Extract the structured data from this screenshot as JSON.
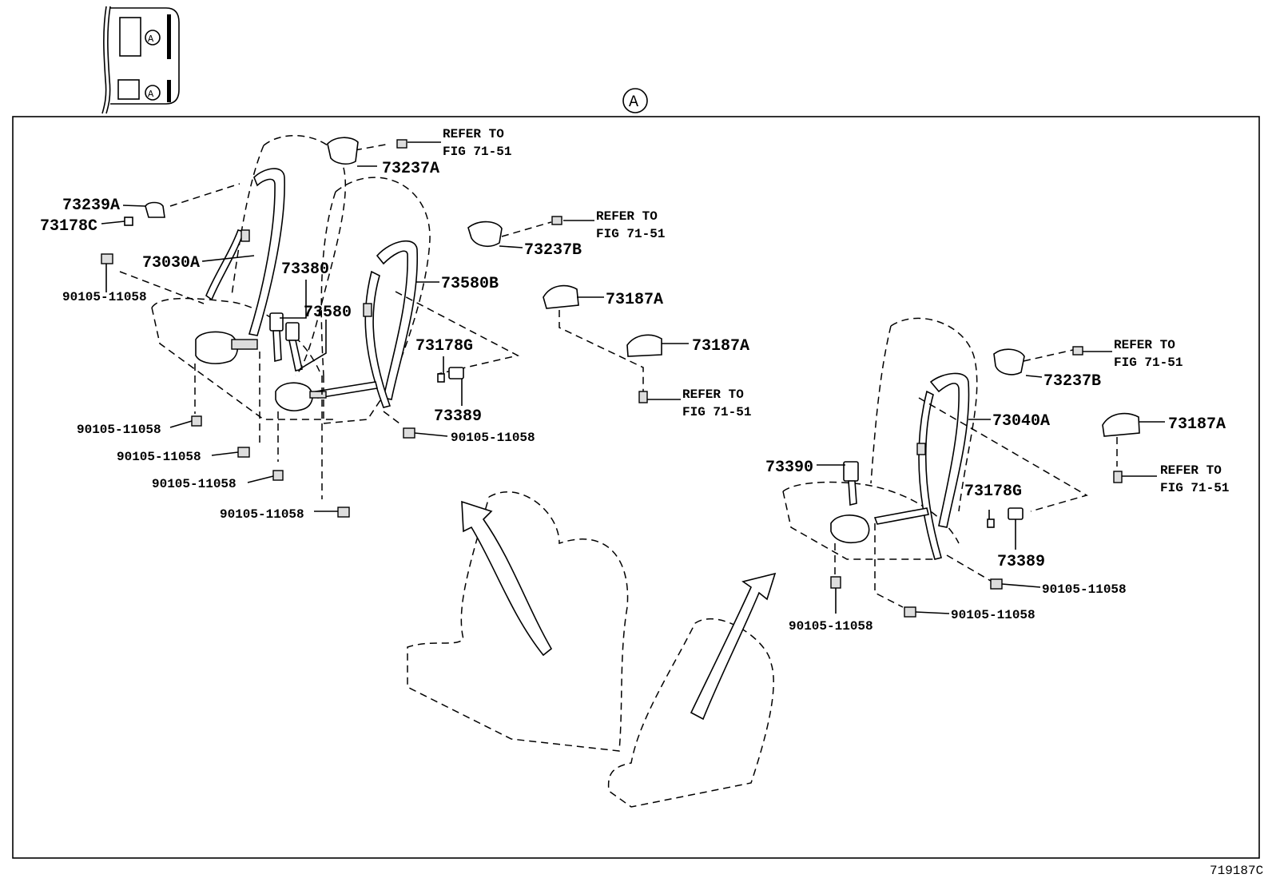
{
  "figure_id": "719187C",
  "view_marker": "A",
  "parts": {
    "p73237A": "73237A",
    "p73239A": "73239A",
    "p73178C": "73178C",
    "p73030A": "73030A",
    "p73380": "73380",
    "p73580": "73580",
    "p73580B": "73580B",
    "p73237B_top": "73237B",
    "p73187A_1": "73187A",
    "p73187A_2": "73187A",
    "p73178G_left": "73178G",
    "p73389_left": "73389",
    "p73237B_right": "73237B",
    "p73040A": "73040A",
    "p73187A_3": "73187A",
    "p73390": "73390",
    "p73178G_right": "73178G",
    "p73389_right": "73389"
  },
  "bolts": {
    "b1": "90105-11058",
    "b2": "90105-11058",
    "b3": "90105-11058",
    "b4": "90105-11058",
    "b5": "90105-11058",
    "b6": "90105-11058",
    "b7": "90105-11058",
    "b8": "90105-11058",
    "b9": "90105-11058"
  },
  "refs": {
    "r1_line1": "REFER TO",
    "r1_line2": "FIG 71-51",
    "r2_line1": "REFER TO",
    "r2_line2": "FIG 71-51",
    "r3_line1": "REFER TO",
    "r3_line2": "FIG 71-51",
    "r4_line1": "REFER TO",
    "r4_line2": "FIG 71-51",
    "r5_line1": "REFER TO",
    "r5_line2": "FIG 71-51"
  }
}
